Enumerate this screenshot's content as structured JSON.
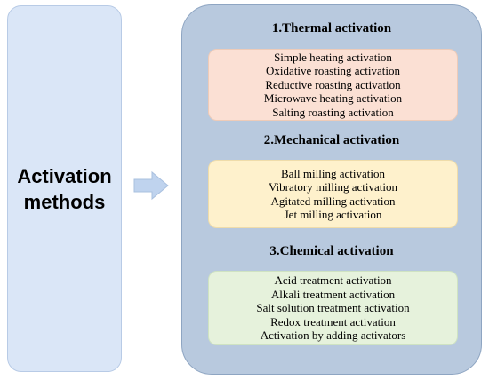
{
  "left_title": [
    "Activation",
    "methods"
  ],
  "sections": [
    {
      "title": "1.Thermal activation",
      "items": [
        "Simple heating activation",
        "Oxidative roasting activation",
        "Reductive  roasting activation",
        "Microwave heating activation",
        "Salting roasting activation"
      ],
      "color": "#fbe0d4"
    },
    {
      "title": "2.Mechanical activation",
      "items": [
        "Ball milling activation",
        "Vibratory milling activation",
        "Agitated milling activation",
        "Jet milling activation"
      ],
      "color": "#fef1cc"
    },
    {
      "title": "3.Chemical activation",
      "items": [
        "Acid treatment activation",
        "Alkali treatment activation",
        "Salt solution treatment activation",
        "Redox treatment activation",
        "Activation by adding activators"
      ],
      "color": "#e6f2dc"
    }
  ],
  "colors": {
    "left_box": "#dae6f7",
    "panel": "#b8c9de",
    "arrow": "#bfd3ee"
  },
  "icons": {
    "arrow": "right-arrow-icon"
  }
}
